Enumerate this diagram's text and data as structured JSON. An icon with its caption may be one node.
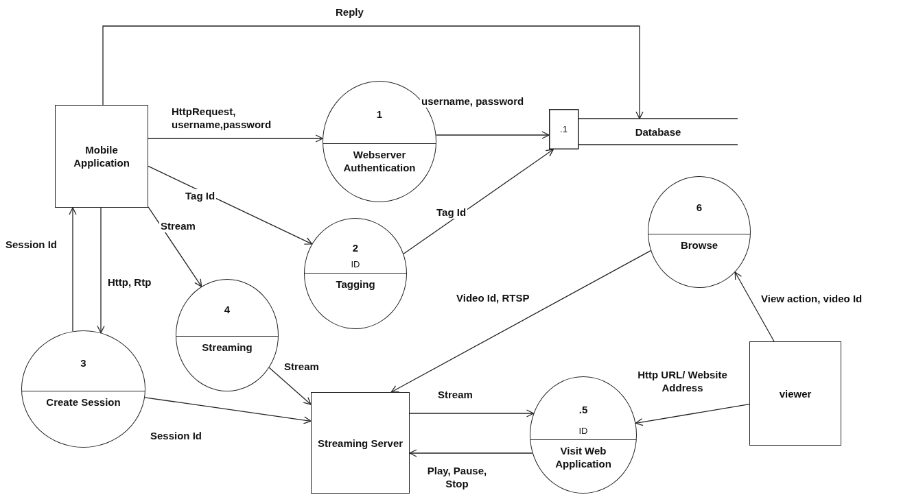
{
  "diagram": {
    "nodes": [
      {
        "text": [
          "Mobile Application"
        ]
      },
      {
        "text": [
          "1",
          "Webserver Authentication"
        ]
      },
      {
        "text": [
          "2",
          "ID",
          "Tagging"
        ]
      },
      {
        "text": [
          "3",
          "Create Session"
        ]
      },
      {
        "text": [
          "4",
          "Streaming"
        ]
      },
      {
        "text": [
          "Streaming Server"
        ]
      },
      {
        "text": [
          ".5",
          "ID",
          "Visit Web Application"
        ]
      },
      {
        "text": [
          "6",
          "Browse"
        ]
      },
      {
        "text": [
          "viewer"
        ]
      },
      {
        "text": [
          ".1",
          "Database"
        ]
      }
    ],
    "edges": [
      {
        "from": 0,
        "to": 1,
        "arrow": "to",
        "label": "HttpRequest, username,password"
      },
      {
        "from": 1,
        "to": 9,
        "arrow": "to",
        "label": "username, password"
      },
      {
        "from": 0,
        "to": 9,
        "arrow": "to",
        "label": "Reply"
      },
      {
        "from": 0,
        "to": 2,
        "arrow": "to",
        "label": "Tag Id"
      },
      {
        "from": 2,
        "to": 9,
        "arrow": "to",
        "label": "Tag Id"
      },
      {
        "from": 0,
        "to": 4,
        "arrow": "to",
        "label": "Stream"
      },
      {
        "from": 3,
        "to": 0,
        "arrow": "to",
        "label": "Session Id"
      },
      {
        "from": 0,
        "to": 3,
        "arrow": "to",
        "label": "Http, Rtp"
      },
      {
        "from": 4,
        "to": 5,
        "arrow": "to",
        "label": "Stream"
      },
      {
        "from": 3,
        "to": 5,
        "arrow": "to",
        "label": "Session Id"
      },
      {
        "from": 7,
        "to": 5,
        "arrow": "to",
        "label": "Video Id, RTSP"
      },
      {
        "from": 5,
        "to": 6,
        "arrow": "to",
        "label": "Stream"
      },
      {
        "from": 6,
        "to": 5,
        "arrow": "to",
        "label": "Play, Pause, Stop"
      },
      {
        "from": 8,
        "to": 7,
        "arrow": "to",
        "label": "View action, video Id"
      },
      {
        "from": 8,
        "to": 6,
        "arrow": "to",
        "label": "Http URL/ Website Address"
      }
    ]
  }
}
